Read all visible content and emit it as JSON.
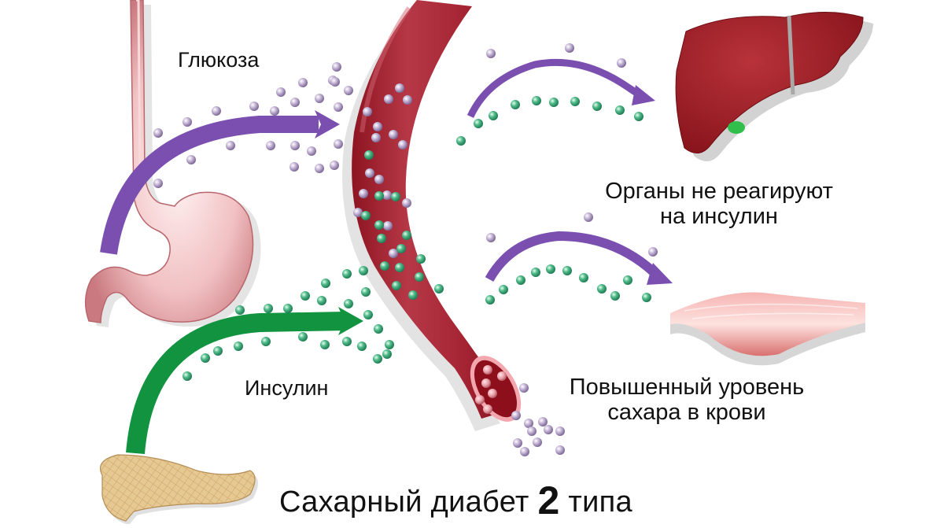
{
  "diagram": {
    "title": {
      "prefix": "Сахарный диабет",
      "number": "2",
      "suffix": "типа"
    },
    "labels": {
      "glucose": "Глюкоза",
      "insulin": "Инсулин",
      "organs_line1": "Органы не реагируют",
      "organs_line2": "на инсулин",
      "high_sugar_line1": "Повышенный уровень",
      "high_sugar_line2": "сахара в крови"
    },
    "organs": [
      "esophagus-stomach",
      "pancreas",
      "blood-vessel",
      "liver",
      "muscle"
    ],
    "colors": {
      "glucose_arrow": "#7a4fb0",
      "insulin_arrow": "#11933f",
      "glucose_particle": "#b9a8cc",
      "insulin_particle": "#3ea97a",
      "vessel": "#a3222f",
      "liver": "#9c1b22",
      "stomach": "#efb7b9",
      "muscle": "#eea0a0",
      "pancreas": "#e3c48e",
      "gallbladder": "#2fbf4a"
    }
  }
}
